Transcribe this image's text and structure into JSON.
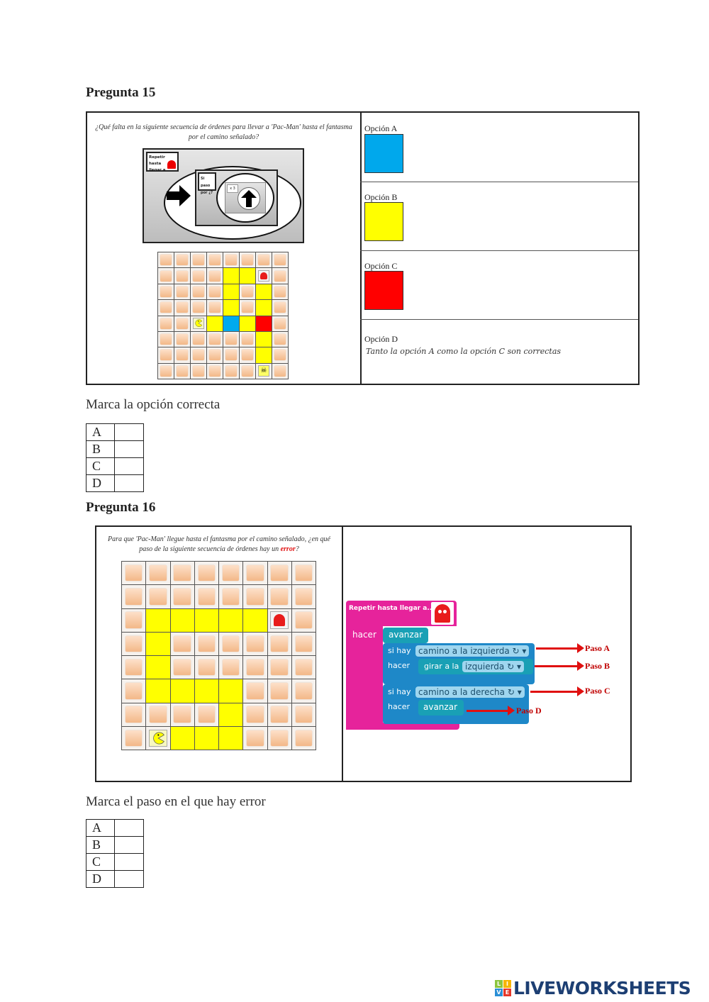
{
  "q15": {
    "title": "Pregunta 15",
    "question": "¿Qué falta en la siguiente secuencia de órdenes para llevar a 'Pac-Man' hasta el fantasma por el camino señalado?",
    "diagram": {
      "repeat_label_1": "Repetir hasta",
      "repeat_label_2": "llegar a...",
      "if_label_1": "Si paso",
      "if_label_2": "por ¿?",
      "times_label": "x 3"
    },
    "grid": {
      "rows": 8,
      "cols": 8,
      "cells": [
        [
          "t",
          "t",
          "t",
          "t",
          "t",
          "t",
          "t",
          "t"
        ],
        [
          "t",
          "t",
          "t",
          "t",
          "y",
          "y",
          "ghost",
          "t"
        ],
        [
          "t",
          "t",
          "t",
          "t",
          "y",
          "t",
          "y",
          "t"
        ],
        [
          "t",
          "t",
          "t",
          "t",
          "y",
          "t",
          "y",
          "t"
        ],
        [
          "t",
          "t",
          "pacman",
          "y",
          "blue",
          "y",
          "red",
          "t"
        ],
        [
          "t",
          "t",
          "t",
          "t",
          "t",
          "t",
          "y",
          "t"
        ],
        [
          "t",
          "t",
          "t",
          "t",
          "t",
          "t",
          "y",
          "t"
        ],
        [
          "t",
          "t",
          "t",
          "t",
          "t",
          "t",
          "skull",
          "t"
        ]
      ]
    },
    "options": [
      {
        "label": "Opción A",
        "color": "#00a8ec"
      },
      {
        "label": "Opción B",
        "color": "#ffff00"
      },
      {
        "label": "Opción C",
        "color": "#ff0000"
      },
      {
        "label": "Opción D",
        "text": "Tanto la opción A como la opción C son correctas"
      }
    ],
    "instruction": "Marca la opción correcta",
    "answers": [
      "A",
      "B",
      "C",
      "D"
    ]
  },
  "q16": {
    "title": "Pregunta 16",
    "question_part1": "Para que 'Pac-Man' llegue hasta el fantasma por el camino señalado, ¿en qué paso de la siguiente secuencia de órdenes hay un ",
    "question_error": "error",
    "question_end": "?",
    "grid": {
      "rows": 8,
      "cols": 8,
      "cells": [
        [
          "t",
          "t",
          "t",
          "t",
          "t",
          "t",
          "t",
          "t"
        ],
        [
          "t",
          "t",
          "t",
          "t",
          "t",
          "t",
          "t",
          "t"
        ],
        [
          "t",
          "y",
          "y",
          "y",
          "y",
          "y",
          "ghost",
          "t"
        ],
        [
          "t",
          "y",
          "t",
          "t",
          "t",
          "t",
          "t",
          "t"
        ],
        [
          "t",
          "y",
          "t",
          "t",
          "t",
          "t",
          "t",
          "t"
        ],
        [
          "t",
          "y",
          "y",
          "y",
          "y",
          "t",
          "t",
          "t"
        ],
        [
          "t",
          "t",
          "t",
          "t",
          "y",
          "t",
          "t",
          "t"
        ],
        [
          "t",
          "pacman",
          "y",
          "y",
          "y",
          "t",
          "t",
          "t"
        ]
      ]
    },
    "blocks": {
      "repeat": "Repetir hasta llegar a...",
      "hacer": "hacer",
      "avanzar": "avanzar",
      "si_hay": "si hay",
      "cond_left": "camino a la izquierda ↻ ▾",
      "girar": "girar a la",
      "dir_left": "izquierda ↻ ▾",
      "cond_right": "camino a la derecha ↻ ▾"
    },
    "steps": [
      "Paso A",
      "Paso B",
      "Paso C",
      "Paso D"
    ],
    "instruction": "Marca el paso en el que hay error",
    "answers": [
      "A",
      "B",
      "C",
      "D"
    ]
  },
  "footer": {
    "brand": "LIVEWORKSHEETS",
    "logo_letters": [
      "L",
      "I",
      "V",
      "E"
    ]
  }
}
